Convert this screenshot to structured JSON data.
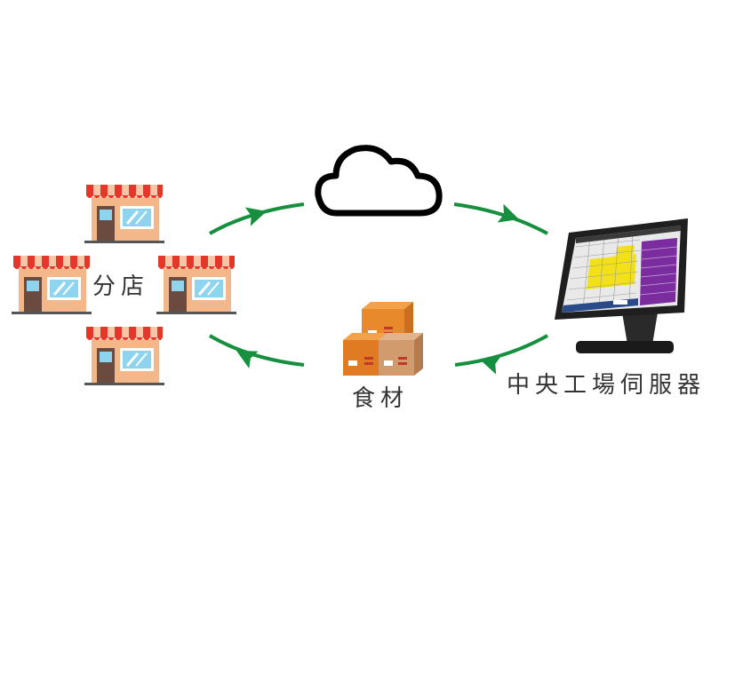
{
  "labels": {
    "branch": "分店",
    "food": "食材",
    "server": "中央工場伺服器"
  },
  "icons": {
    "stores": [
      "store-icon",
      "store-icon",
      "store-icon",
      "store-icon"
    ],
    "cloud": "cloud-icon",
    "boxes": "boxes-icon",
    "monitor": "pos-monitor-icon"
  },
  "colors": {
    "arrow": "#168f3e",
    "awning_red": "#e5362a",
    "awning_light": "#f7c6a6",
    "store_wall": "#f3b78a",
    "door": "#6b4a3f",
    "window": "#8fd4ef",
    "box_orange": "#e8892b",
    "box_tan": "#d29b6e",
    "monitor_dark": "#1f1f1f",
    "screen_yellow": "#f2e11a",
    "screen_purple": "#7b2c9f"
  }
}
